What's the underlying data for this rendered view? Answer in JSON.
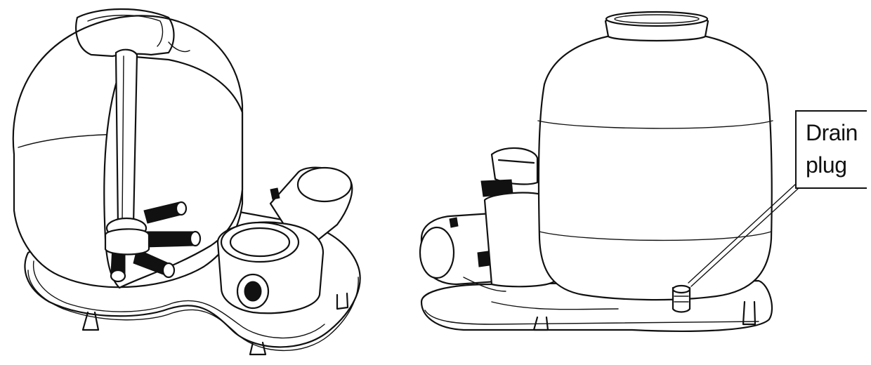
{
  "figure": {
    "left_view": {
      "name": "filter-with-open-tank"
    },
    "right_view": {
      "name": "filter-assembled"
    },
    "callout": {
      "label_line1": "Drain",
      "label_line2": "plug"
    }
  }
}
